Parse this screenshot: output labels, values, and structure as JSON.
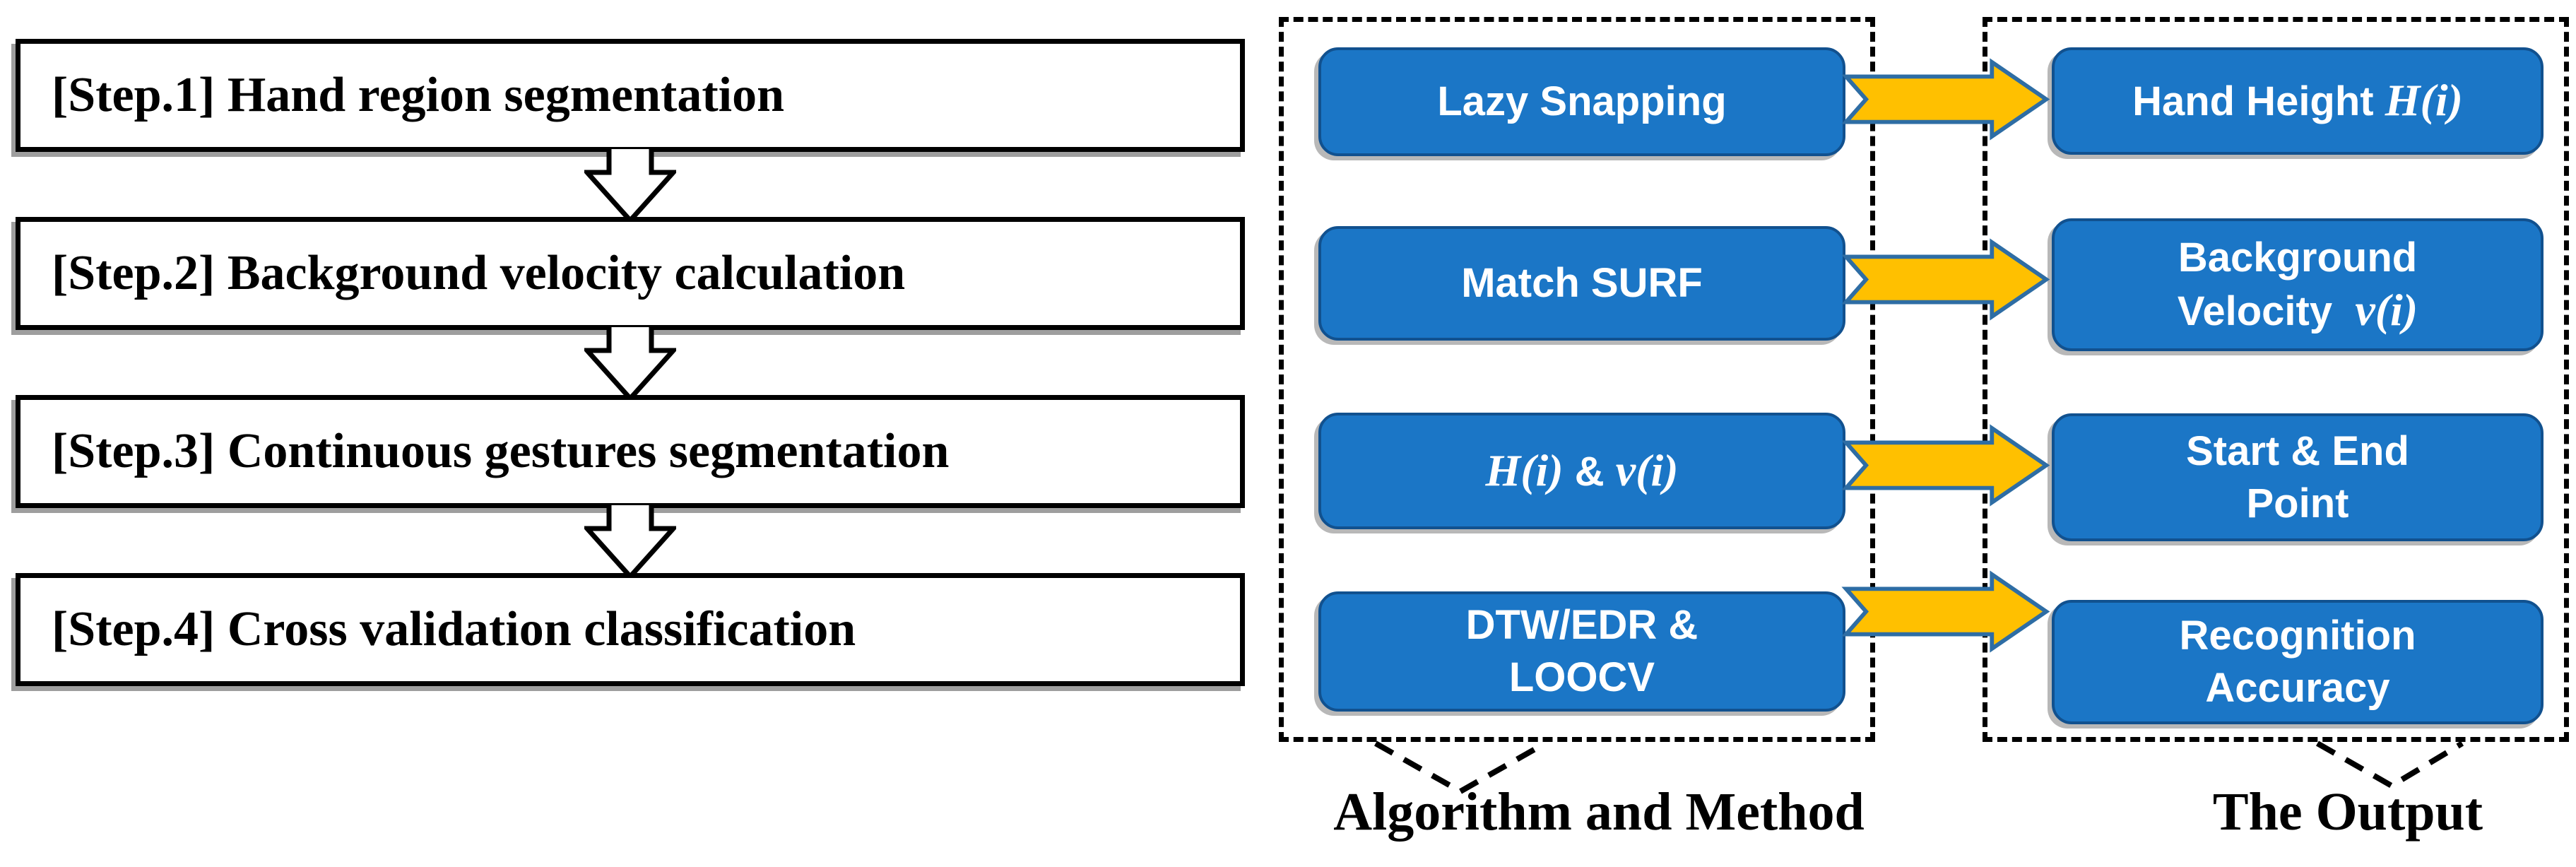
{
  "diagram": {
    "steps": [
      "[Step.1] Hand region segmentation",
      "[Step.2] Background velocity calculation",
      "[Step.3] Continuous gestures segmentation",
      "[Step.4] Cross validation classification"
    ],
    "algorithm_panel": {
      "caption": "Algorithm and Method",
      "items": [
        {
          "lines": [
            [
              {
                "t": "Lazy Snapping"
              }
            ]
          ]
        },
        {
          "lines": [
            [
              {
                "t": "Match SURF"
              }
            ]
          ]
        },
        {
          "lines": [
            [
              {
                "t": "H(i)",
                "math": true
              },
              {
                "t": " & "
              },
              {
                "t": "v(i)",
                "math": true
              }
            ]
          ]
        },
        {
          "lines": [
            [
              {
                "t": "DTW/EDR &"
              }
            ],
            [
              {
                "t": "LOOCV"
              }
            ]
          ]
        }
      ]
    },
    "output_panel": {
      "caption": "The Output",
      "items": [
        {
          "lines": [
            [
              {
                "t": "Hand Height "
              },
              {
                "t": "H(i)",
                "math": true
              }
            ]
          ]
        },
        {
          "lines": [
            [
              {
                "t": "Background"
              }
            ],
            [
              {
                "t": "Velocity  "
              },
              {
                "t": "v(i)",
                "math": true
              }
            ]
          ]
        },
        {
          "lines": [
            [
              {
                "t": "Start & End"
              }
            ],
            [
              {
                "t": "Point"
              }
            ]
          ]
        },
        {
          "lines": [
            [
              {
                "t": "Recognition"
              }
            ],
            [
              {
                "t": "Accuracy"
              }
            ]
          ]
        }
      ]
    },
    "colors": {
      "box_fill": "#1B76C6",
      "box_border": "#11518F",
      "arrow_fill": "#FFC000",
      "arrow_stroke": "#2E6DA4",
      "step_fill": "#FFFFFF",
      "step_border": "#000000"
    }
  }
}
